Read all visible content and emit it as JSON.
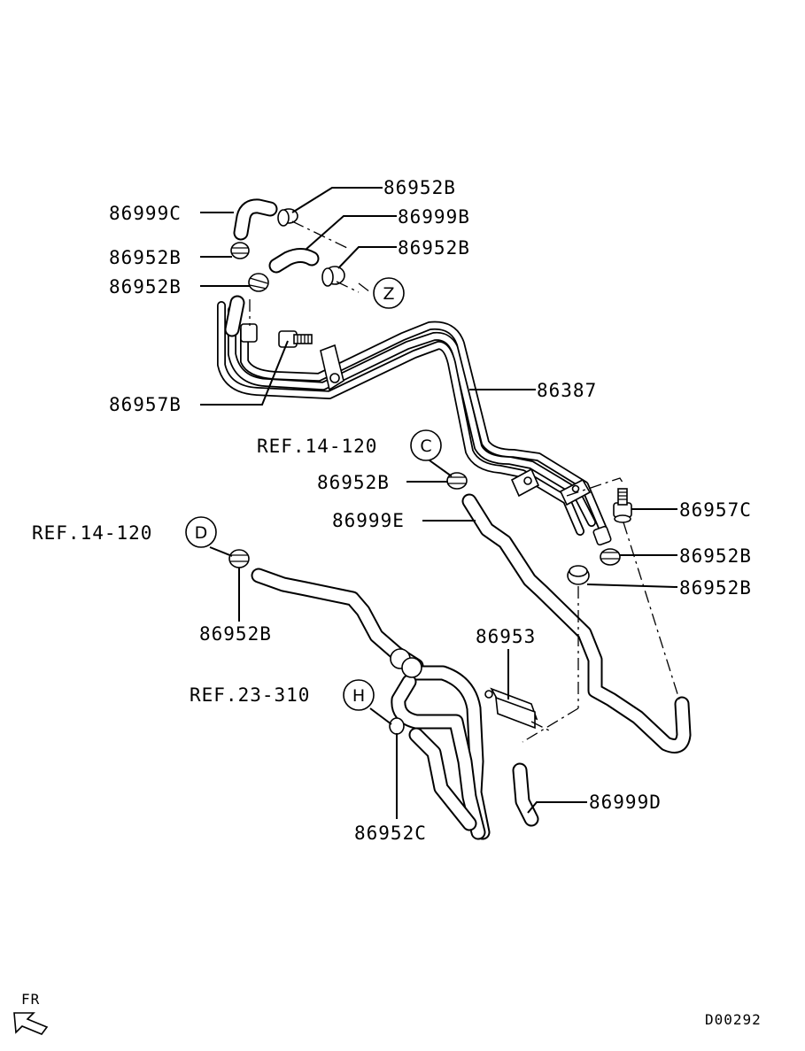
{
  "diagram": {
    "part_labels": {
      "p86999C": "86999C",
      "p86952B_top": "86952B",
      "p86999B": "86999B",
      "p86952B_z": "86952B",
      "p86952B_left1": "86952B",
      "p86952B_left2": "86952B",
      "p86957B": "86957B",
      "p86387": "86387",
      "p86952B_c": "86952B",
      "p86999E": "86999E",
      "p86957C": "86957C",
      "p86952B_r1": "86952B",
      "p86952B_r2": "86952B",
      "p86952B_d": "86952B",
      "p86953": "86953",
      "p86999D": "86999D",
      "p86952C": "86952C"
    },
    "references": {
      "ref_c": "REF.14-120",
      "ref_d": "REF.14-120",
      "ref_h": "REF.23-310"
    },
    "markers": {
      "z": "Z",
      "c": "C",
      "d": "D",
      "h": "H"
    },
    "direction_label": "FR",
    "diagram_code": "D00292"
  }
}
